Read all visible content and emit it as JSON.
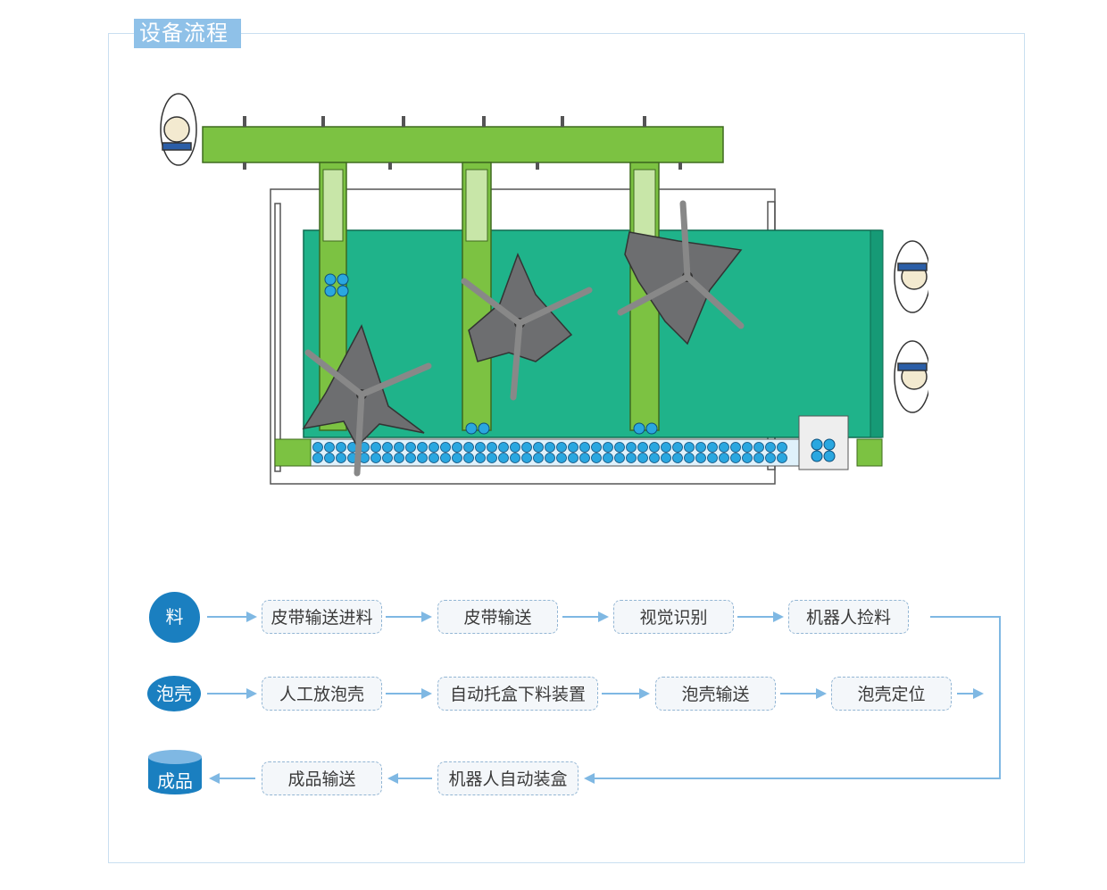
{
  "title": "设备流程",
  "flow": {
    "row1": {
      "start": "料",
      "steps": [
        "皮带输送进料",
        "皮带输送",
        "视觉识别",
        "机器人捡料"
      ]
    },
    "row2": {
      "start": "泡壳",
      "steps": [
        "人工放泡壳",
        "自动托盒下料装置",
        "泡壳输送",
        "泡壳定位"
      ]
    },
    "row3": {
      "end": "成品",
      "steps": [
        "成品输送",
        "机器人自动装盒"
      ]
    }
  },
  "colors": {
    "accent": "#1a7fc0",
    "tab": "#8fc1e8",
    "frame": "#c9dff0",
    "arrow": "#7fb8e3",
    "belt_green": "#7cc242",
    "conveyor_teal": "#1fb38a",
    "robot_gray": "#6d6e70",
    "cup_blue": "#2aa7e0"
  }
}
